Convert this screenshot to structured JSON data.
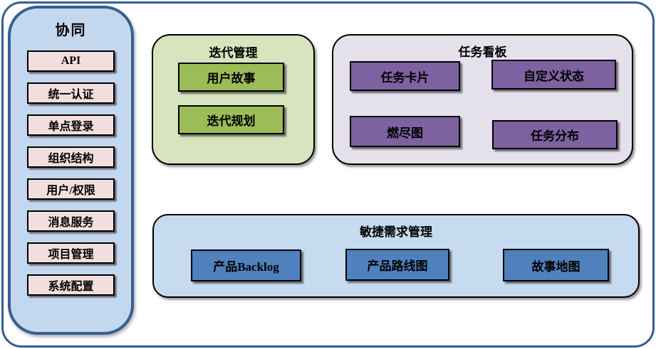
{
  "diagram": {
    "sidebar": {
      "title": "协同",
      "items": [
        {
          "label": "API"
        },
        {
          "label": "统一认证"
        },
        {
          "label": "单点登录"
        },
        {
          "label": "组织结构"
        },
        {
          "label": "用户/权限"
        },
        {
          "label": "消息服务"
        },
        {
          "label": "项目管理"
        },
        {
          "label": "系统配置"
        }
      ]
    },
    "groups": [
      {
        "title": "迭代管理",
        "items": [
          {
            "label": "用户故事"
          },
          {
            "label": "迭代规划"
          }
        ]
      },
      {
        "title": "任务看板",
        "items": [
          {
            "label": "任务卡片"
          },
          {
            "label": "自定义状态"
          },
          {
            "label": "燃尽图"
          },
          {
            "label": "任务分布"
          }
        ]
      },
      {
        "title": "敏捷需求管理",
        "items": [
          {
            "label": "产品Backlog"
          },
          {
            "label": "产品路线图"
          },
          {
            "label": "故事地图"
          }
        ]
      }
    ],
    "colors": {
      "frame_border": "#365F91",
      "sidebar_fill": "#C3D7EE",
      "sidebar_item_fill": "#F2DEDC",
      "iteration_group_fill": "#D7E4BD",
      "iteration_item_fill": "#9CBB59",
      "kanban_group_fill": "#E4E0EC",
      "kanban_item_fill": "#7D61A0",
      "requirements_group_fill": "#C6DAF0",
      "requirements_item_fill": "#4E81BD",
      "item_border": "#000000",
      "text": "#000000"
    }
  }
}
